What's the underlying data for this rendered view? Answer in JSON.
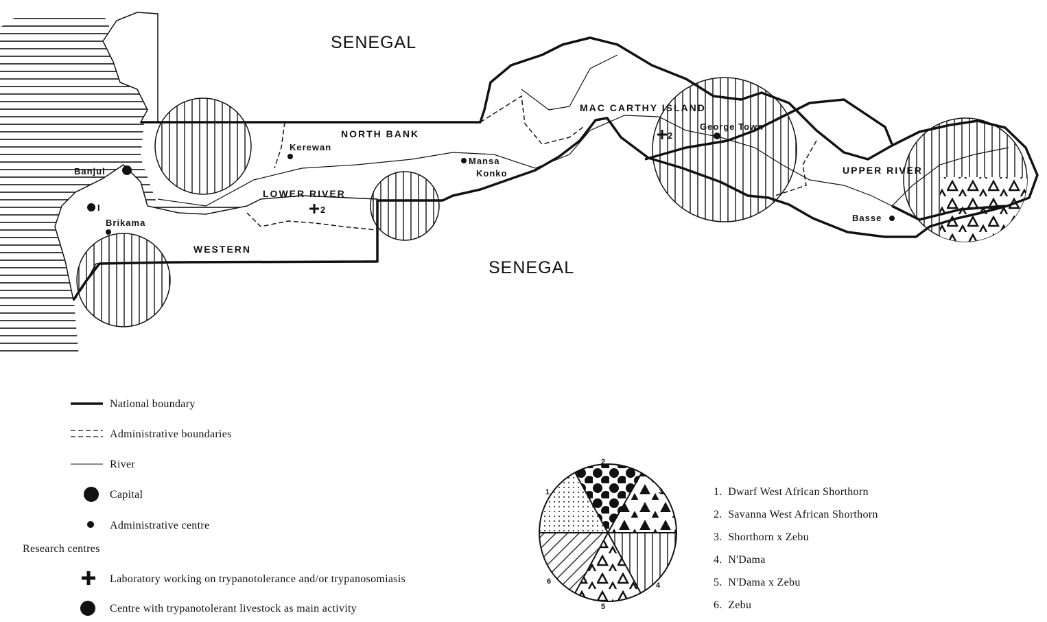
{
  "map": {
    "countries": {
      "north": "SENEGAL",
      "south": "SENEGAL"
    },
    "regions": {
      "north_bank": "NORTH BANK",
      "lower_river": "LOWER RIVER",
      "western": "WESTERN",
      "mac_carthy_island": "MAC CARTHY ISLAND",
      "upper_river": "UPPER RIVER"
    },
    "towns": {
      "banjul": "Banjul",
      "kerewan": "Kerewan",
      "brikama": "Brikama",
      "mansa_konko_1": "Mansa",
      "mansa_konko_2": "Konko",
      "george_town": "George Town",
      "basse": "Basse"
    },
    "research_markers": {
      "centre_1": "I",
      "lab_lower_river": "2",
      "lab_mac_carthy": "2"
    }
  },
  "legend": {
    "national_boundary": "National boundary",
    "administrative_boundaries": "Administrative boundaries",
    "river": "River",
    "capital": "Capital",
    "administrative_centre": "Administrative centre",
    "research_centres_heading": "Research centres",
    "laboratory": "Laboratory working on trypanotolerance and/or trypanosomiasis",
    "centre_livestock": "Centre with trypanotolerant livestock as main activity"
  },
  "breeds": {
    "numbers": [
      "1",
      "2",
      "3",
      "4",
      "5",
      "6"
    ],
    "items": [
      "1.  Dwarf West African Shorthorn",
      "2.  Savanna West African Shorthorn",
      "3.  Shorthorn x Zebu",
      "4.  N'Dama",
      "5.  N'Dama x Zebu",
      "6.  Zebu"
    ]
  }
}
